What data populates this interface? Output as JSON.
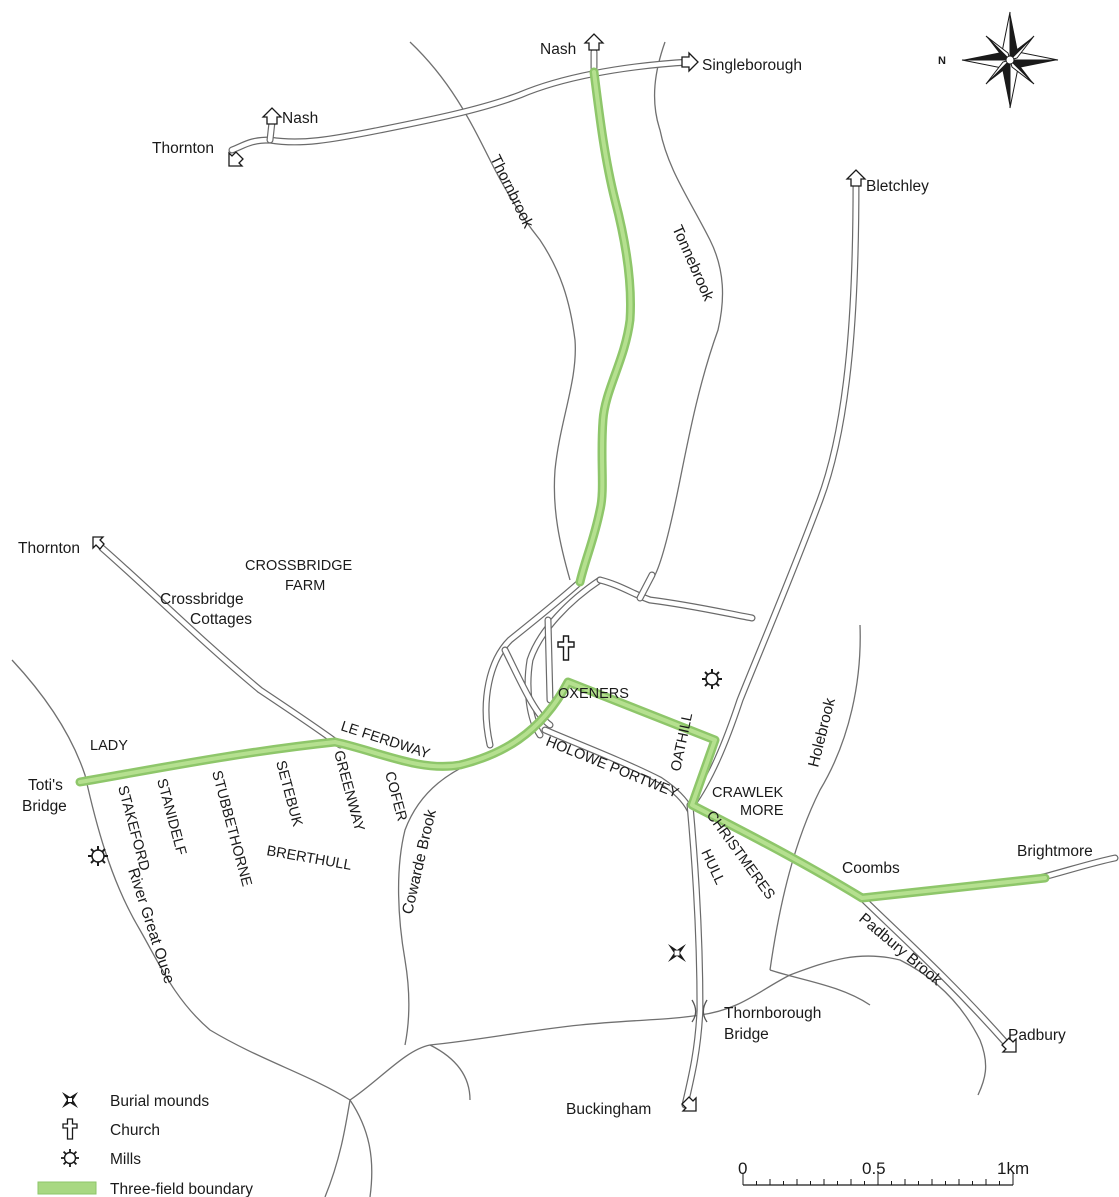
{
  "places": {
    "nash_top": "Nash",
    "singleborough": "Singleborough",
    "nash_left": "Nash",
    "thornton_top": "Thornton",
    "bletchley": "Bletchley",
    "thornton_left": "Thornton",
    "crossbridge_farm_1": "CROSSBRIDGE",
    "crossbridge_farm_2": "FARM",
    "crossbridge_cottages_1": "Crossbridge",
    "crossbridge_cottages_2": "Cottages",
    "totis_bridge_1": "Toti's",
    "totis_bridge_2": "Bridge",
    "coombs": "Coombs",
    "brightmore": "Brightmore",
    "thornborough_bridge_1": "Thornborough",
    "thornborough_bridge_2": "Bridge",
    "padbury": "Padbury",
    "buckingham": "Buckingham"
  },
  "waterways": {
    "thornbrook": "Thornbrook",
    "tonnebrook": "Tonnebrook",
    "holebrook": "Holebrook",
    "cowarde_brook": "Cowarde Brook",
    "padbury_brook": "Padbury Brook",
    "river_great_ouse": "River Great Ouse"
  },
  "fields": {
    "oxeners": "OXENERS",
    "oathill": "OATHILL",
    "le_ferdway": "LE FERDWAY",
    "lady": "LADY",
    "holowe_portwey": "HOLOWE PORTWEY",
    "crawlek_more_1": "CRAWLEK",
    "crawlek_more_2": "MORE",
    "christmeres_hull_1": "CHRISTMERES",
    "christmeres_hull_2": "HULL",
    "stakeford": "STAKEFORD",
    "stanidelf": "STANIDELF",
    "stubbethorne": "STUBBETHORNE",
    "setebuk": "SETEBUK",
    "greenway": "GREENWAY",
    "cofer": "COFER",
    "brerthull": "BRERTHULL"
  },
  "compass": {
    "north_label": "N"
  },
  "legend": {
    "burial_mounds": "Burial mounds",
    "church": "Church",
    "mills": "Mills",
    "boundary": "Three-field boundary"
  },
  "scale": {
    "tick_0": "0",
    "tick_half": "0.5",
    "tick_1": "1km"
  },
  "colors": {
    "boundary": "#8ec66a",
    "road_edge": "#6a6a6a",
    "brook": "#707070"
  }
}
